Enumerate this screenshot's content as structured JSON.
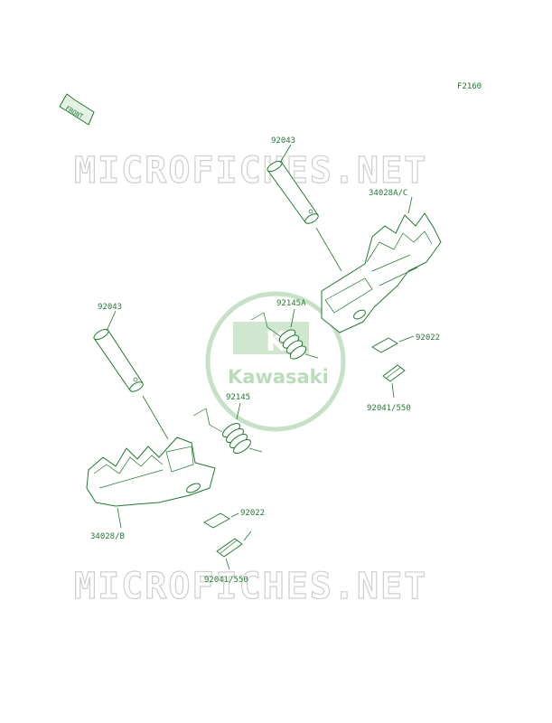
{
  "diagram": {
    "figure_code": "F2160",
    "front_badge": "FRONT",
    "watermark": "MICROFICHES.NET",
    "logo_text": "Kawasaki",
    "logo_mark": "K",
    "colors": {
      "line": "#1f7a2e",
      "watermark": "#cfcfcf",
      "logo": "#b9dcb9"
    },
    "parts": [
      {
        "id": "pin-upper",
        "number": "92043"
      },
      {
        "id": "footpeg-right",
        "number": "34028A/C"
      },
      {
        "id": "spring-upper",
        "number": "92145A"
      },
      {
        "id": "washer-upper",
        "number": "92022"
      },
      {
        "id": "cotter-upper",
        "number": "92041/550"
      },
      {
        "id": "pin-lower",
        "number": "92043"
      },
      {
        "id": "spring-lower",
        "number": "92145"
      },
      {
        "id": "footpeg-left",
        "number": "34028/B"
      },
      {
        "id": "washer-lower",
        "number": "92022"
      },
      {
        "id": "cotter-lower",
        "number": "92041/550"
      }
    ]
  }
}
